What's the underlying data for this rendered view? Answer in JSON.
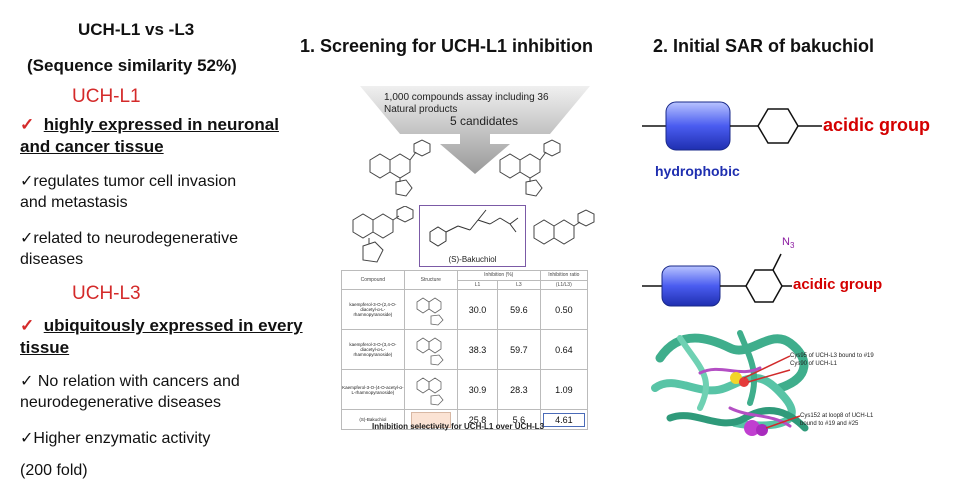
{
  "left": {
    "header": "UCH-L1 vs -L3",
    "similarity": "(Sequence similarity 52%)",
    "l1_title": "UCH-L1",
    "l1_point1_line1": "highly expressed in neuronal",
    "l1_point1_line2": "and cancer tissue",
    "l1_point2_line1": "regulates tumor cell invasion",
    "l1_point2_line2": "and metastasis",
    "l1_point3_line1": "related to neurodegenerative",
    "l1_point3_line2": "diseases",
    "l3_title": "UCH-L3",
    "l3_point1_line1": "ubiquitously expressed in every",
    "l3_point1_line2": "tissue",
    "l3_point2_line1": "No relation with cancers and",
    "l3_point2_line2": "neurodegenerative diseases",
    "l3_point3": "Higher enzymatic activity",
    "fold": "(200 fold)",
    "check": "✓"
  },
  "middle": {
    "title": "1. Screening for UCH-L1 inhibition",
    "assay_line1": "1,000 compounds assay including 36",
    "assay_line2": "Natural products",
    "candidates": "5 candidates",
    "bakuchiol_label": "(S)-Bakuchiol",
    "table": {
      "headers": [
        "Compound",
        "Structure",
        "Inhibition (%)",
        "Inhibition ratio"
      ],
      "subheaders": [
        "L1",
        "L3",
        "(L1/L3)"
      ],
      "rows": [
        {
          "name": "kaempferol-3-O-(2,4-O-diacetyl-α-L-rhamnopyranoside)",
          "l1": "30.0",
          "l3": "59.6",
          "ratio": "0.50"
        },
        {
          "name": "kaempferol-3-O-(3,4-O-diacetyl-α-L-rhamnopyranoside)",
          "l1": "38.3",
          "l3": "59.7",
          "ratio": "0.64"
        },
        {
          "name": "Kaempferol-3-O-(4-O-acetyl-α-L-rhamnopyranoside)",
          "l1": "30.9",
          "l3": "28.3",
          "ratio": "1.09"
        },
        {
          "name": "(S)-Bakuchiol",
          "l1": "25.8",
          "l3": "5.6",
          "ratio": "4.61"
        }
      ]
    },
    "caption": "Inhibition selectivity for UCH-L1 over UCH-L3"
  },
  "right": {
    "title": "2. Initial SAR of bakuchiol",
    "acidic1": "acidic group",
    "hydrophobic": "hydrophobic",
    "acidic2": "acidic group",
    "n3": "N",
    "n3_sub": "3",
    "ann1_line1": "Cys95 of UCH-L3 bound to #19",
    "ann1_line2": "Cys90 of UCH-L1",
    "ann2_line1": "Cys152 at loop8 of UCH-L1",
    "ann2_line2": "bound to #19 and #25"
  }
}
